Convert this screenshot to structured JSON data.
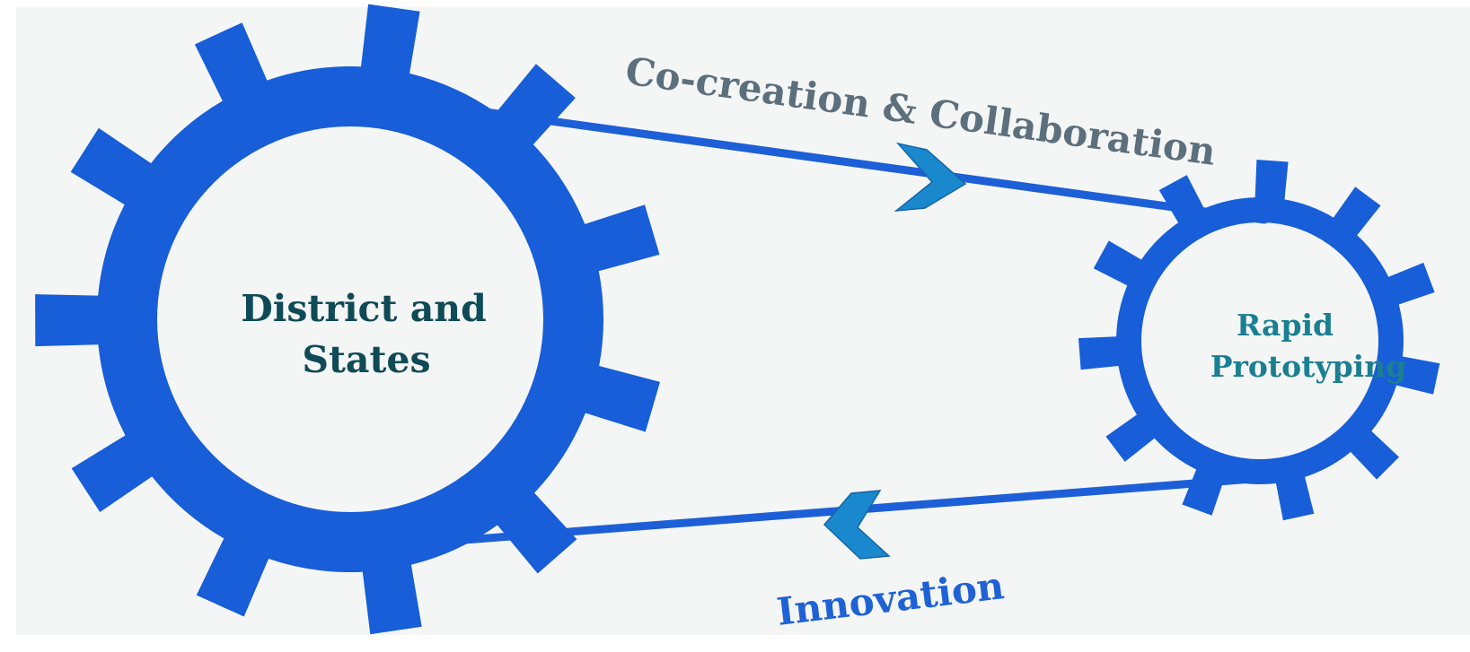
{
  "diagram": {
    "large_gear": {
      "label_line1": "District and",
      "label_line2": "States",
      "label_color": "#0f4a57"
    },
    "small_gear": {
      "label_line1": "Rapid",
      "label_line2": "Prototyping",
      "label_color": "#1b7f92"
    },
    "top_belt_label": "Co-creation & Collaboration",
    "bottom_belt_label": "Innovation",
    "colors": {
      "background": "#f4f5f5",
      "gear": "#175ed8",
      "belt": "#1d5fd6",
      "arrow_fill": "#1a88cc",
      "arrow_stroke": "#1366a8",
      "top_label": "#5c6f7c",
      "bottom_label": "#1f62d6"
    },
    "arrow_icons": {
      "top": "chevron-right-icon",
      "bottom": "chevron-left-icon"
    }
  }
}
